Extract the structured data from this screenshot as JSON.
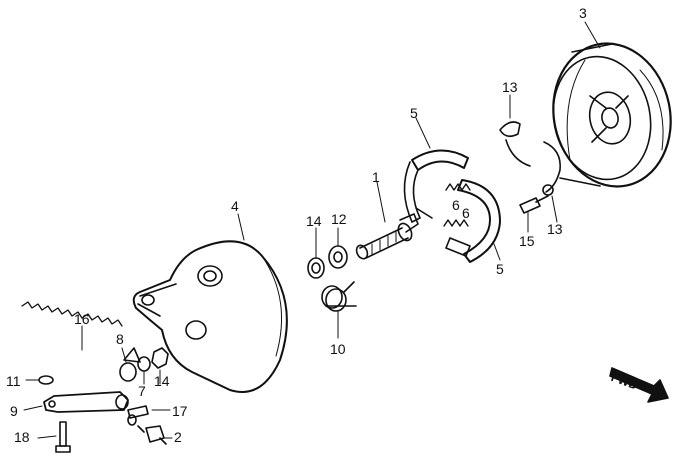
{
  "diagram": {
    "direction_label": "FWD",
    "callouts": [
      {
        "id": "c3",
        "text": "3"
      },
      {
        "id": "c13a",
        "text": "13"
      },
      {
        "id": "c5a",
        "text": "5"
      },
      {
        "id": "c1",
        "text": "1"
      },
      {
        "id": "c6a",
        "text": "6"
      },
      {
        "id": "c6b",
        "text": "6"
      },
      {
        "id": "c4",
        "text": "4"
      },
      {
        "id": "c14a",
        "text": "14"
      },
      {
        "id": "c12",
        "text": "12"
      },
      {
        "id": "c15",
        "text": "15"
      },
      {
        "id": "c13b",
        "text": "13"
      },
      {
        "id": "c5b",
        "text": "5"
      },
      {
        "id": "c10",
        "text": "10"
      },
      {
        "id": "c16",
        "text": "16"
      },
      {
        "id": "c8",
        "text": "8"
      },
      {
        "id": "c7",
        "text": "7"
      },
      {
        "id": "c14b",
        "text": "14"
      },
      {
        "id": "c11",
        "text": "11"
      },
      {
        "id": "c9",
        "text": "9"
      },
      {
        "id": "c17",
        "text": "17"
      },
      {
        "id": "c18",
        "text": "18"
      },
      {
        "id": "c2",
        "text": "2"
      }
    ]
  }
}
